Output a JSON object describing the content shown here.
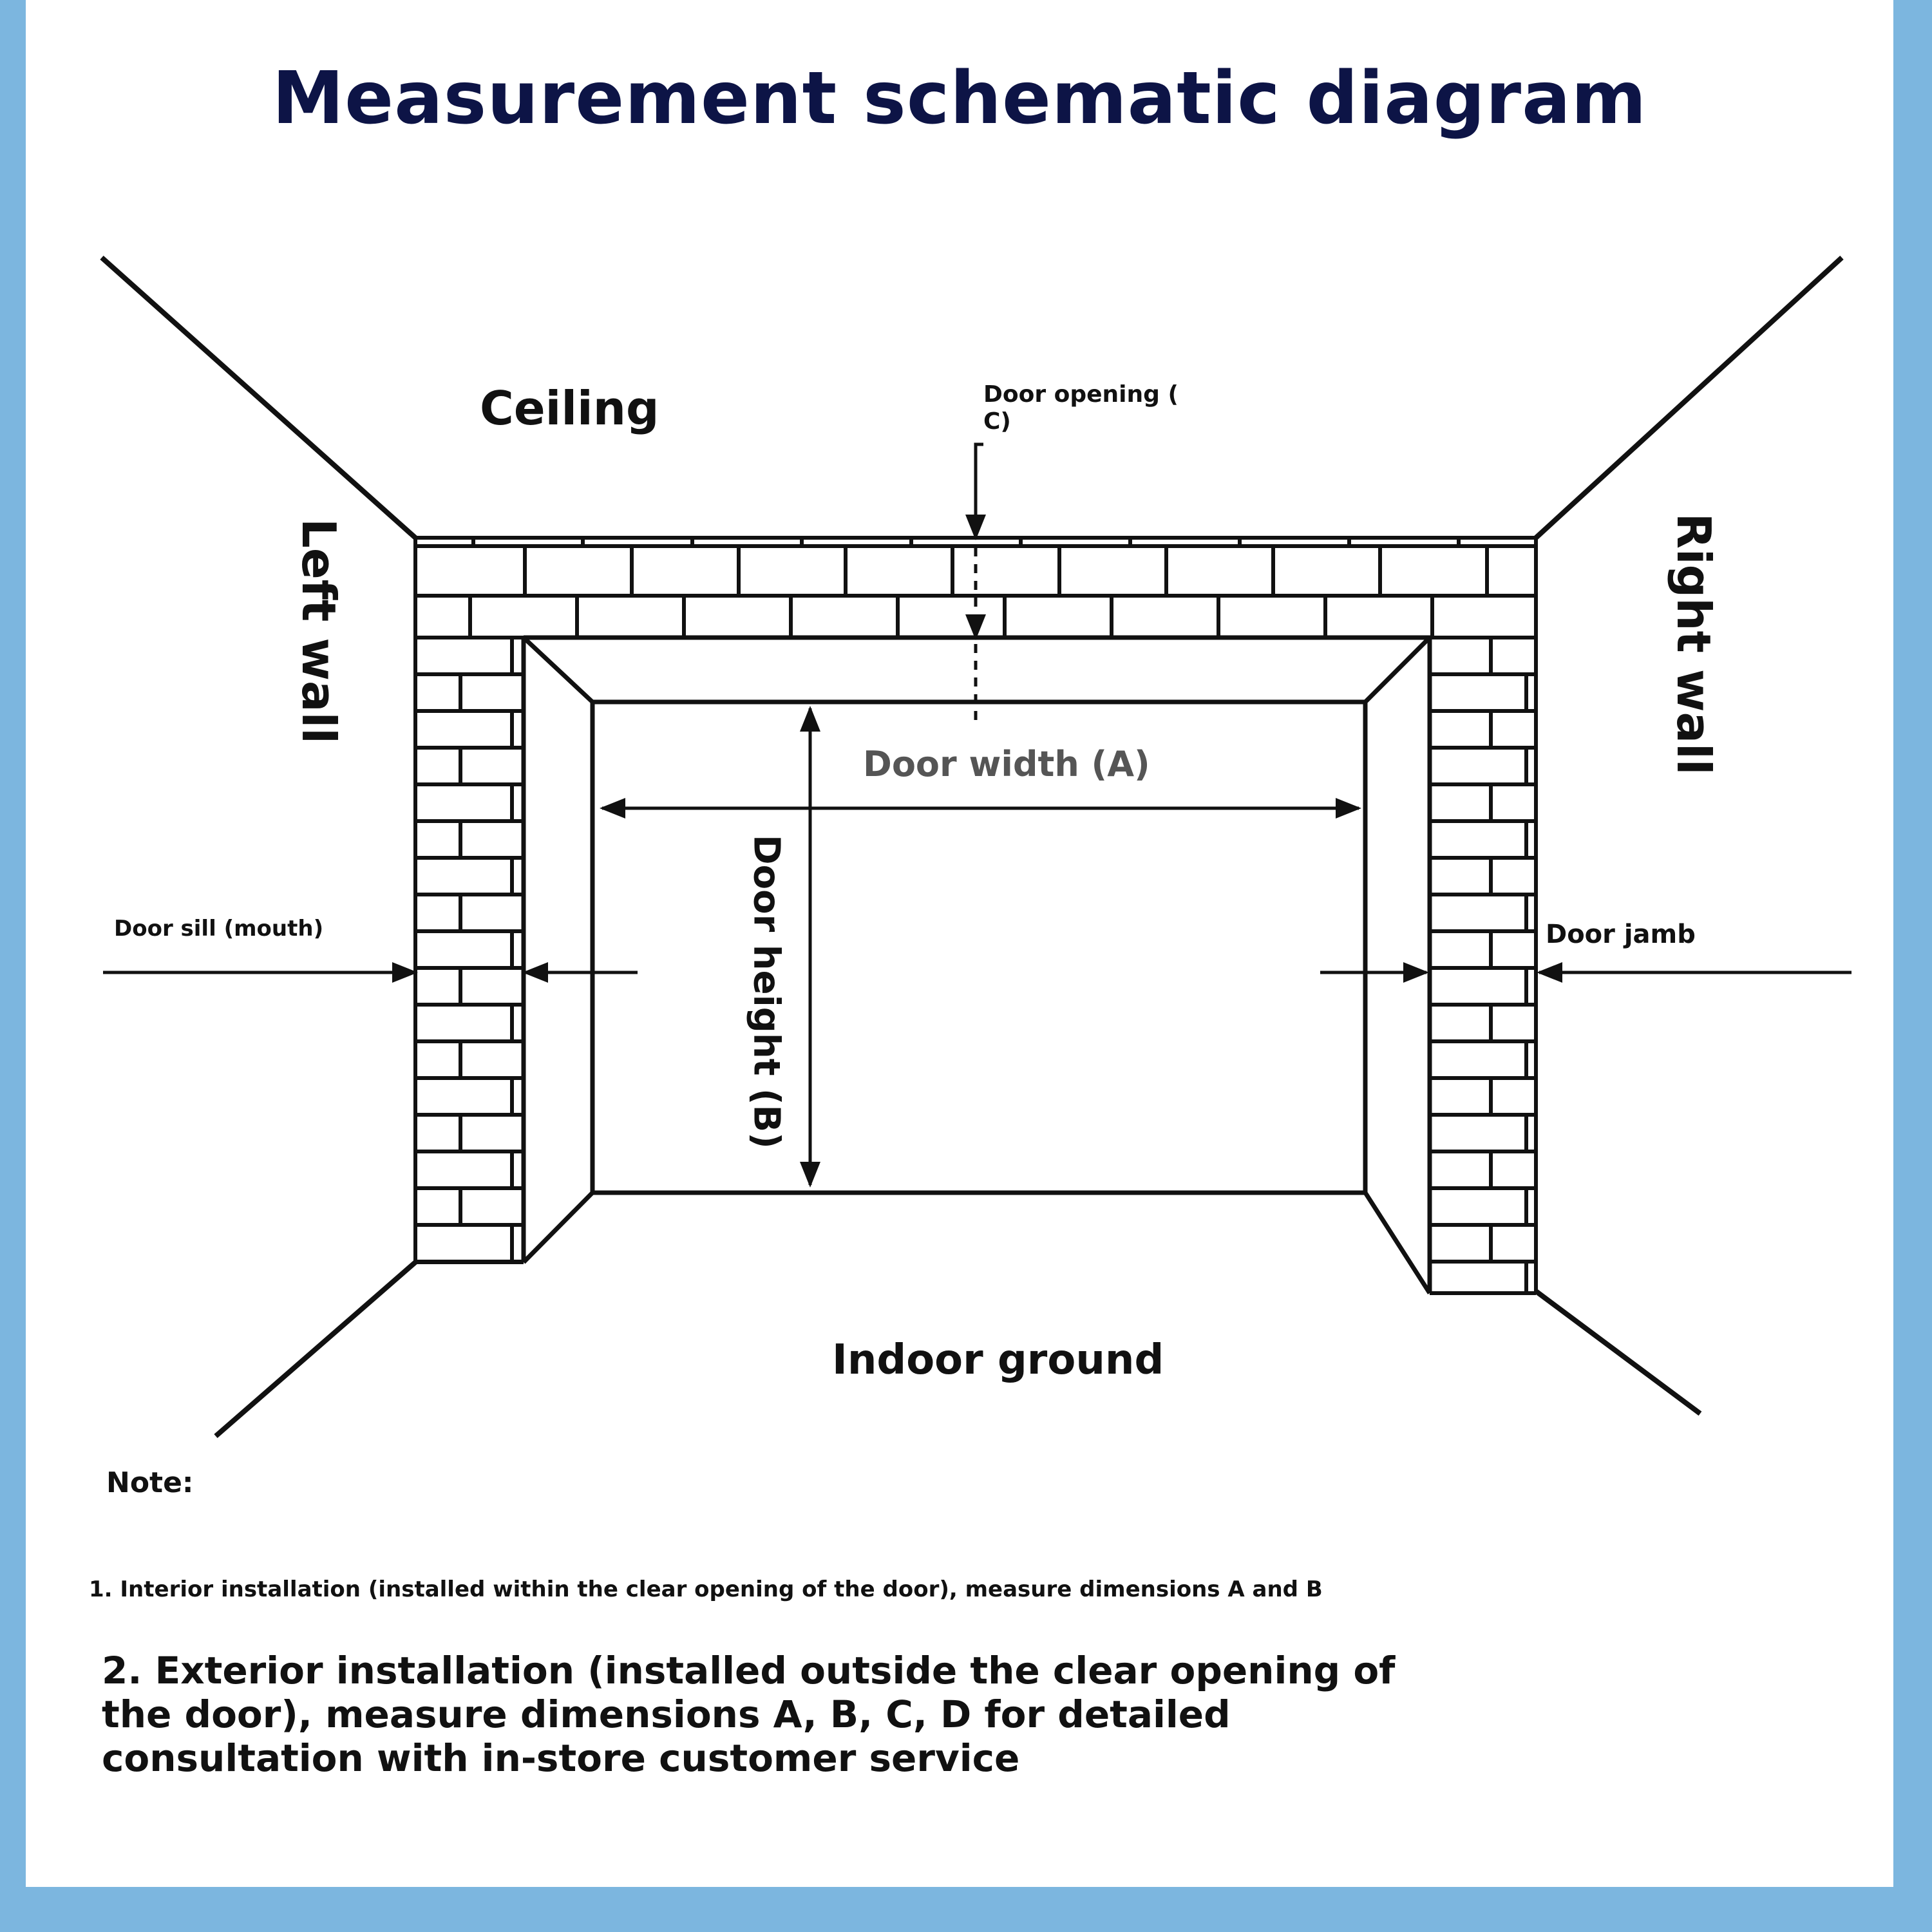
{
  "title": "Measurement schematic diagram",
  "labels": {
    "ceiling": "Ceiling",
    "left_wall": "Left wall",
    "right_wall": "Right wall",
    "door_opening": "Door opening ( C)",
    "door_width": "Door width (A)",
    "door_height": "Door height (B)",
    "door_sill": "Door sill (mouth)",
    "door_jamb": "Door jamb",
    "indoor_ground": "Indoor ground"
  },
  "notes": {
    "heading": "Note:",
    "items": [
      "1. Interior installation (installed within the clear opening of the door), measure dimensions A and B",
      "2. Exterior installation (installed outside the clear opening of the door), measure dimensions A, B, C, D for detailed consultation with in-store customer service"
    ]
  },
  "colors": {
    "border": "#7cb6df",
    "title": "#0d1446",
    "line": "#111111",
    "label_gray": "#555555"
  }
}
